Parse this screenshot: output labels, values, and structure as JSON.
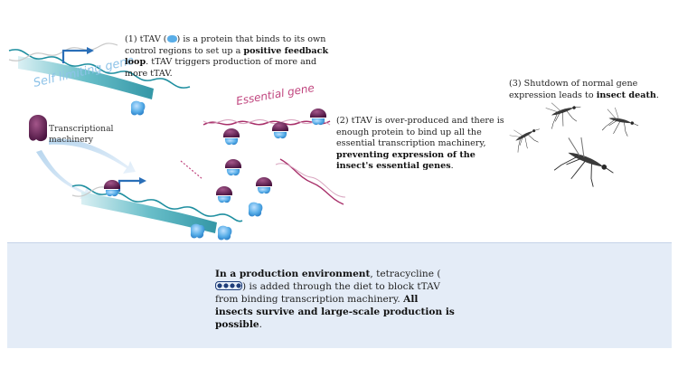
{
  "labels": {
    "self_limiting_gene": "Self limiting gene",
    "essential_gene": "Essential gene",
    "transcriptional_machinery": "Transcriptional machinery"
  },
  "captions": {
    "step1": {
      "part1": "(1) tTAV (",
      "part2": ") is a protein that binds to its own control regions to set up a ",
      "bold": "positive feedback loop",
      "part3": ". tTAV triggers production of more and more tTAV."
    },
    "step2": {
      "part1": "(2) tTAV is over-produced and there is enough protein to bind up all the essential transcription machinery, ",
      "bold": "preventing expression of the insect's essential genes",
      "part2": "."
    },
    "step3": {
      "part1": "(3) Shutdown of normal gene expression leads to ",
      "bold": "insect death",
      "part2": "."
    }
  },
  "production": {
    "bold1": "In a production environment",
    "part1": ", tetracycline (",
    "part2": ") is added through the diet to block tTAV from binding transcription machinery. ",
    "bold2": "All insects survive and large-scale production is possible",
    "part3": "."
  },
  "colors": {
    "dna_teal": "#2a98a8",
    "dna_pink": "#a8306a",
    "ttav_blue": "#5aaee8",
    "machinery_purple": "#6e2a5a",
    "tetracycline_navy": "#1f3e7a",
    "panel_bg": "#e4ecf7",
    "self_limiting_label": "#8ec3e8",
    "essential_label": "#c0457e"
  },
  "icons": [
    "ttav-protein-icon",
    "tetracycline-icon",
    "mosquito-icon",
    "transcription-arrow-icon"
  ]
}
